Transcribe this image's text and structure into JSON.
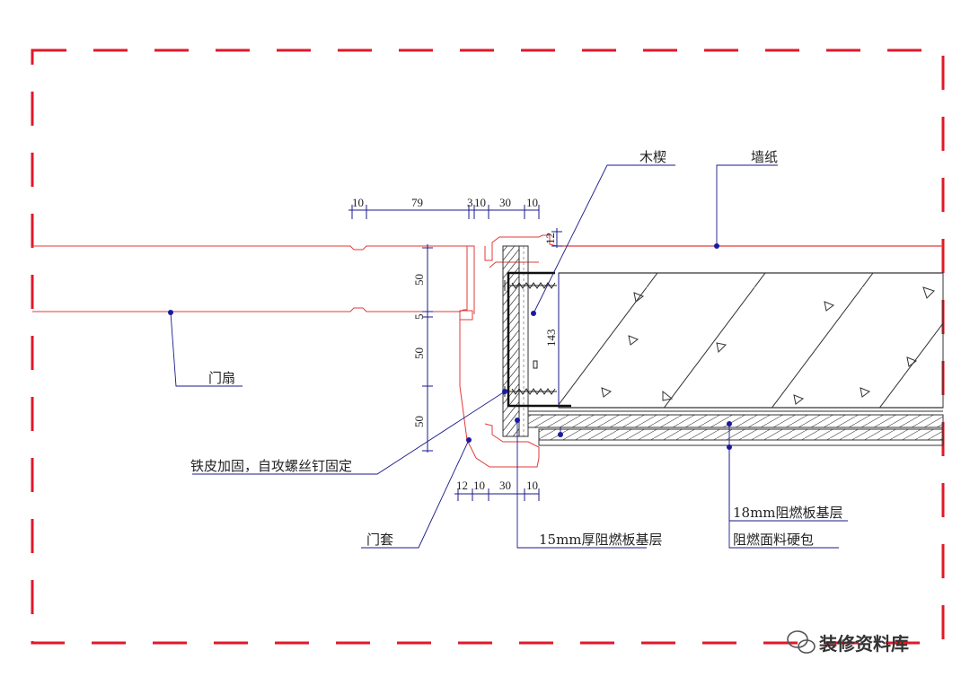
{
  "labels": {
    "wood_wedge": "木楔",
    "wallpaper": "墙纸",
    "door_leaf": "门扇",
    "iron_sheet": "铁皮加固，自攻螺丝钉固定",
    "door_casing": "门套",
    "board_15": "15mm厚阻燃板基层",
    "board_18": "18mm阻燃板基层",
    "fabric": "阻燃面料硬包"
  },
  "dimensions": {
    "top": [
      "10",
      "79",
      "3",
      "10",
      "30",
      "10"
    ],
    "bottom": [
      "12",
      "10",
      "30",
      "10"
    ],
    "vertical": [
      "50",
      "5",
      "50",
      "50"
    ],
    "inner": "143",
    "gap": "12"
  },
  "watermark": "装修资料库",
  "colors": {
    "frame": "#e0182a",
    "line": "#e23a3a",
    "ink": "#222222",
    "leader": "#1a1a8a",
    "dot": "#1a1aa0"
  }
}
